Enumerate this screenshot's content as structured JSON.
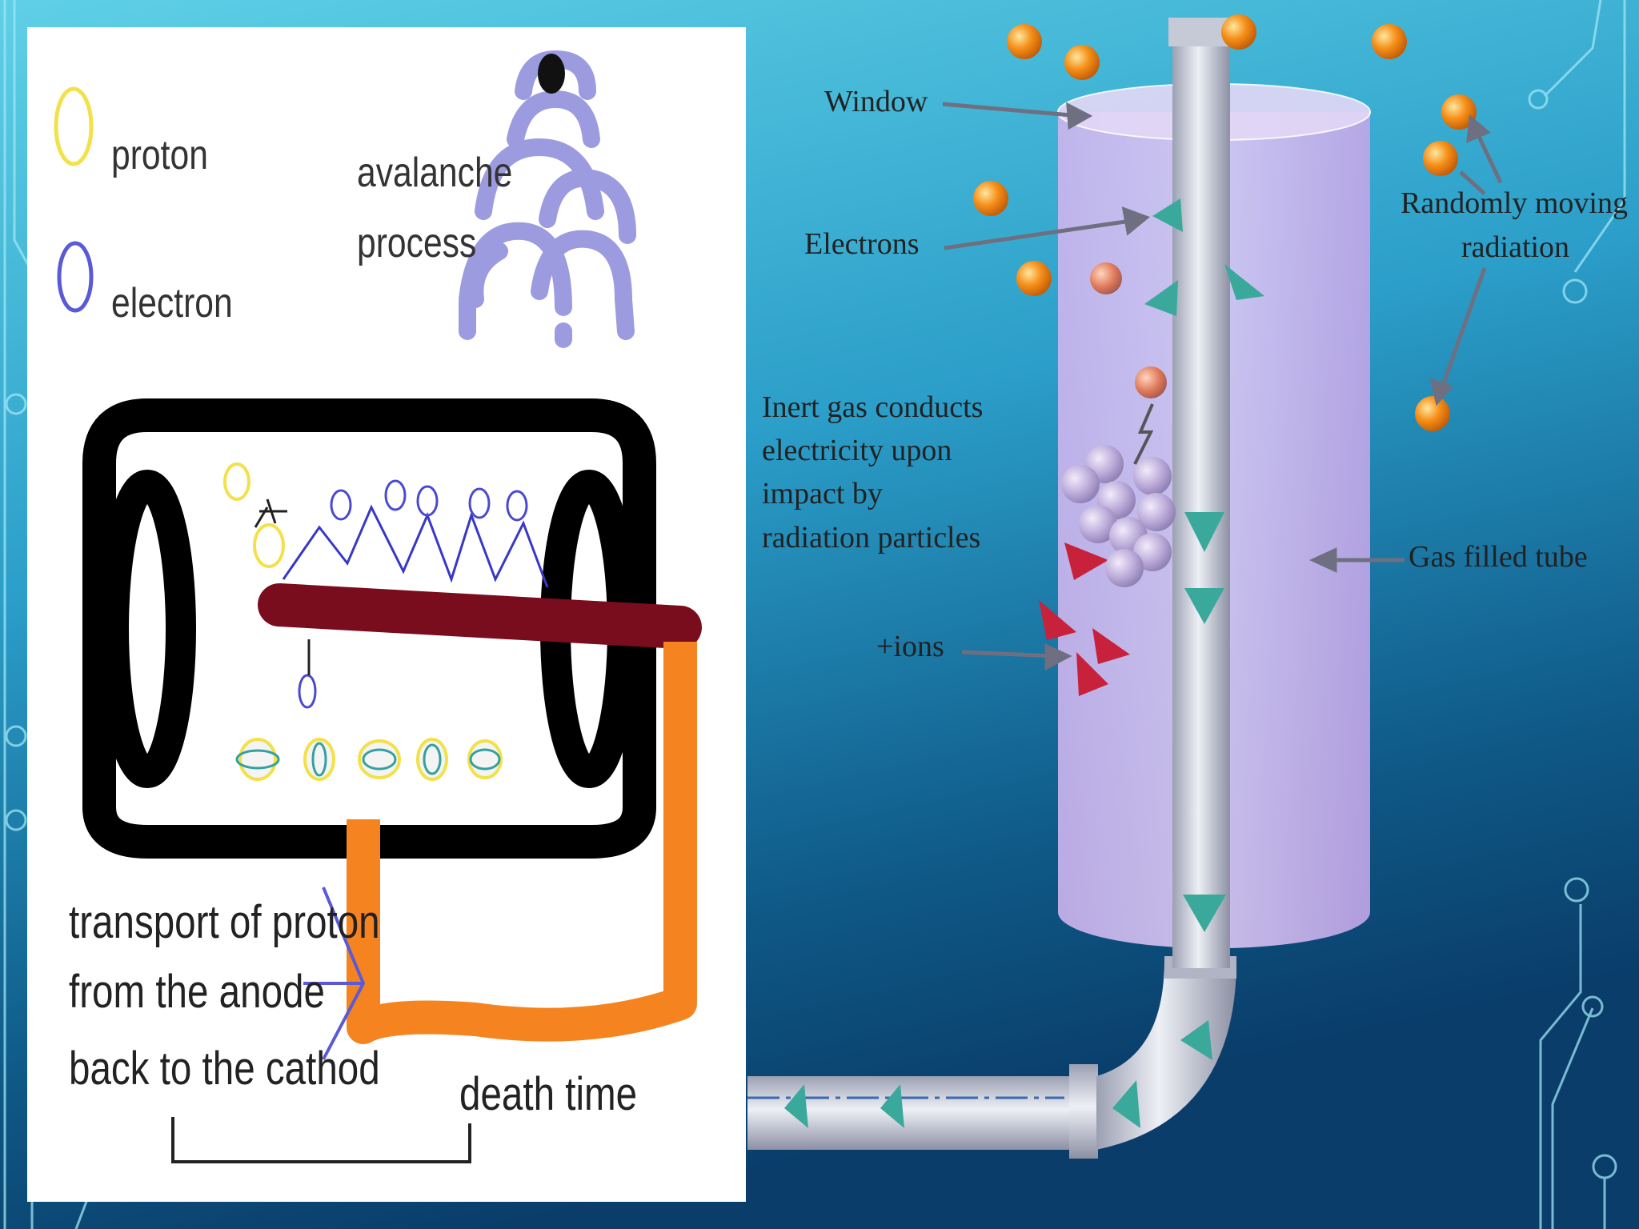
{
  "legend": {
    "proton": "proton",
    "electron": "electron",
    "avalanche_line1": "avalanche",
    "avalanche_line2": "process"
  },
  "left_labels": {
    "transport_line1": "transport of proton",
    "transport_line2": "from the anode",
    "transport_line3": "back to the cathod",
    "death_time": "death time"
  },
  "right_labels": {
    "window": "Window",
    "electrons": "Electrons",
    "randomly_line1": "Randomly moving",
    "randomly_line2": "radiation",
    "inert_line1": "Inert gas conducts",
    "inert_line2": "electricity upon",
    "inert_line3": "impact by",
    "inert_line4": "radiation particles",
    "gas_filled_tube": "Gas filled tube",
    "ions": "+ions"
  },
  "colors": {
    "proton": "#f2e14a",
    "electron": "#5a5ad6",
    "anode": "#7a0d1d",
    "wire": "#f5831f",
    "tube_fill": "#c9b3ec",
    "electron_marker": "#3aa89a",
    "ion_marker": "#c8213b",
    "particle": "#f08a12"
  }
}
